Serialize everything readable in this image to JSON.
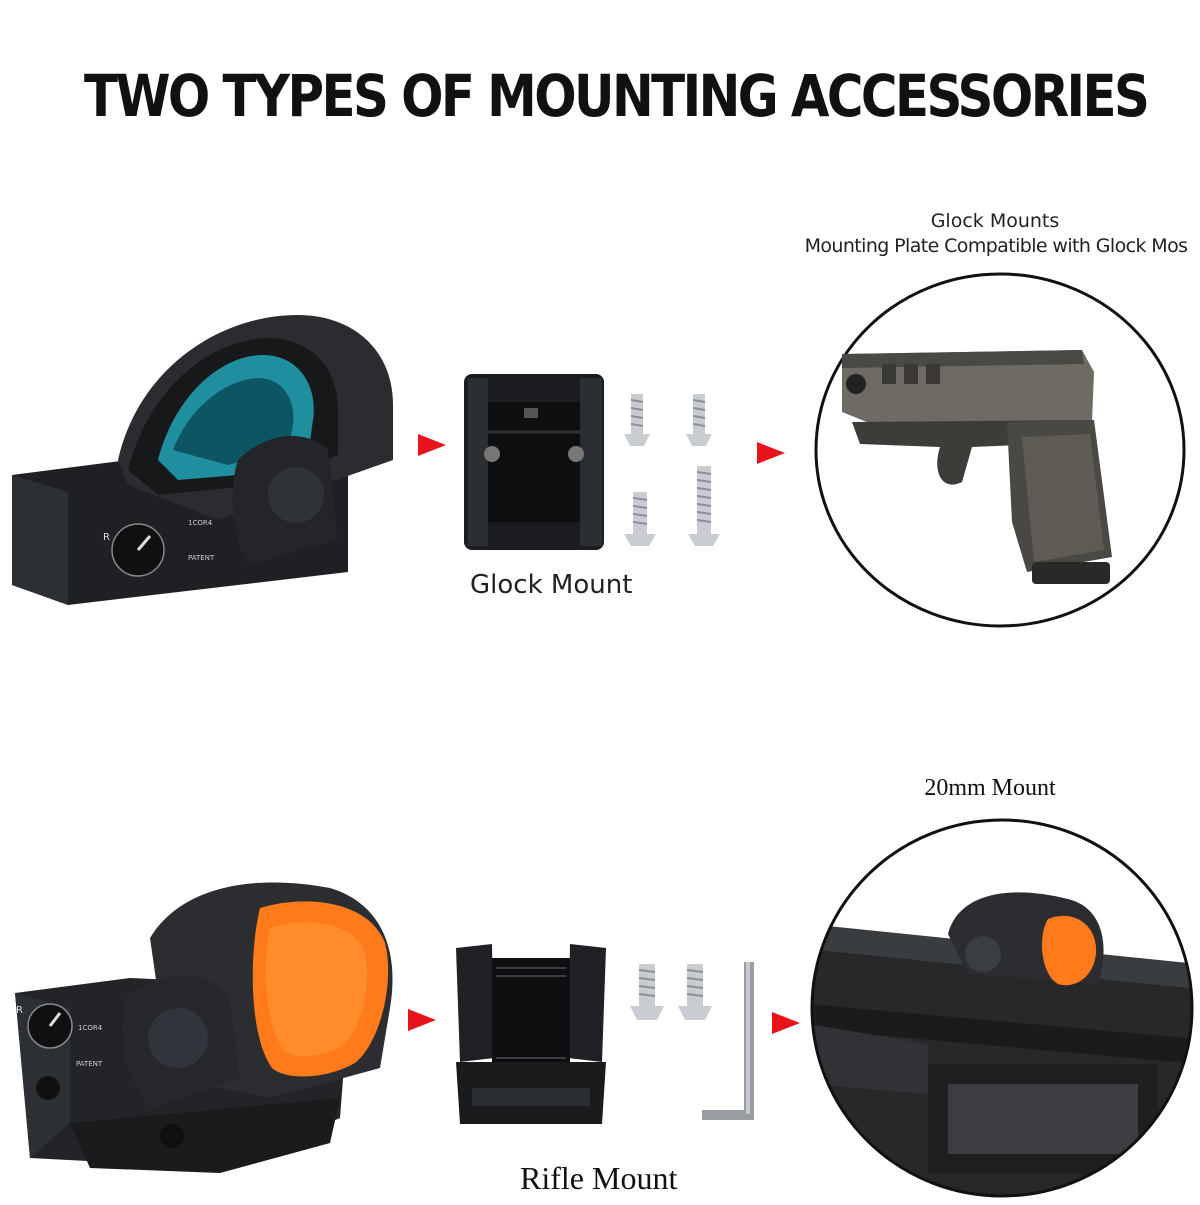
{
  "title": "TWO TYPES OF MOUNTING ACCESSORIES",
  "glock_section": {
    "heading_line1": "Glock Mounts",
    "heading_line2": "Mounting Plate Compatible with Glock Mos",
    "mount_label": "Glock Mount",
    "sight_markings": {
      "model": "1COR4",
      "patent": "PATENT",
      "dial_letter": "R"
    }
  },
  "rifle_section": {
    "heading": "20mm Mount",
    "mount_label": "Rifle Mount",
    "sight_markings": {
      "model": "1COR4",
      "patent": "PATENT",
      "dial_letter": "R"
    }
  },
  "colors": {
    "arrow": "#e8131b",
    "sight_body": "#2a2c2f",
    "lens_top": "#1f8fa0",
    "lens_bottom": "#ff7a1a",
    "screw": "#c9ccd0"
  },
  "icons": [
    "red-arrow-icon",
    "screw-icon",
    "allen-key-icon"
  ]
}
